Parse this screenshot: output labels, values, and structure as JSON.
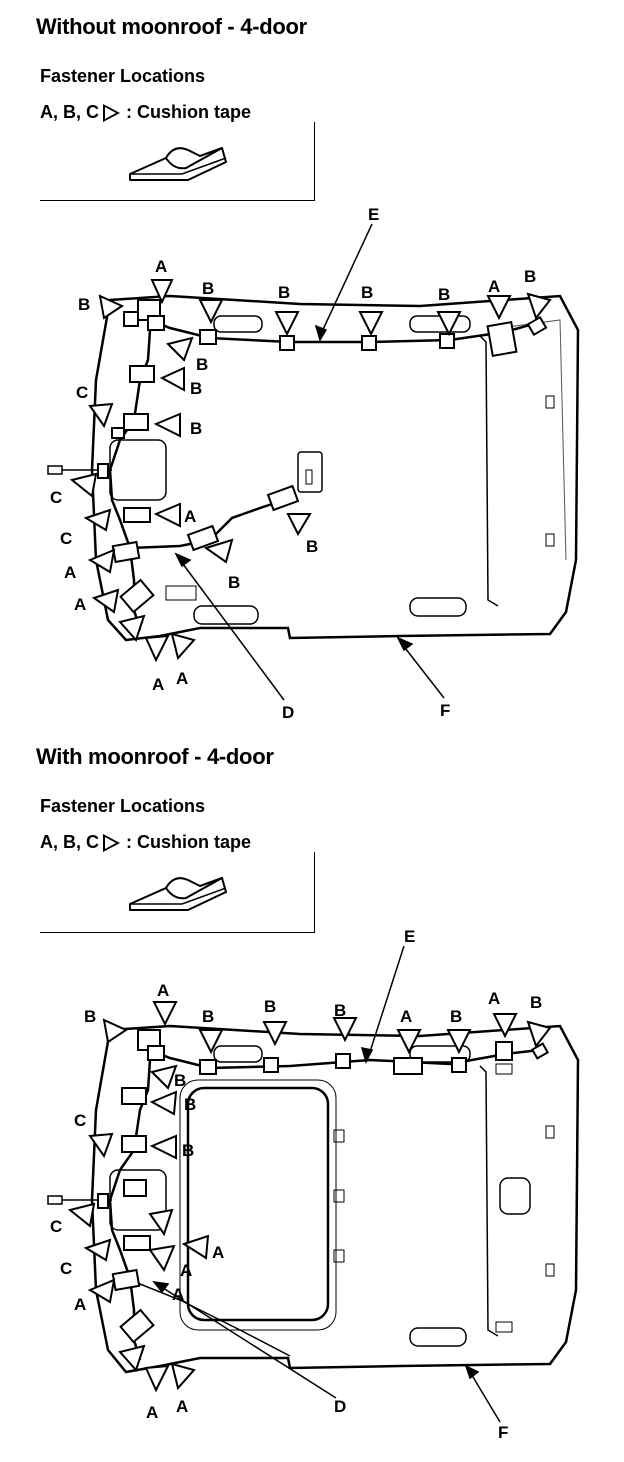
{
  "sections": [
    {
      "title": "Without moonroof - 4-door",
      "subheading": "Fastener Locations",
      "legend_letters": "A, B, C",
      "legend_text": ": Cushion tape",
      "callouts": {
        "D": "D",
        "E": "E",
        "F": "F"
      }
    },
    {
      "title": "With moonroof - 4-door",
      "subheading": "Fastener Locations",
      "legend_letters": "A, B, C",
      "legend_text": ": Cushion tape",
      "callouts": {
        "D": "D",
        "E": "E",
        "F": "F"
      }
    }
  ],
  "fastener_letters": {
    "A": "A",
    "B": "B",
    "C": "C"
  },
  "icons": [
    "cushion-tape-icon",
    "fastener-triangle-icon"
  ]
}
